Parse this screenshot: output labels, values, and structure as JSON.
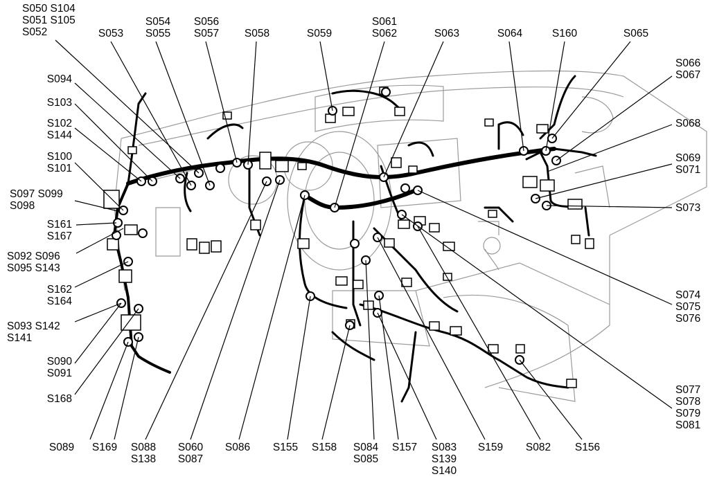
{
  "labels": {
    "l01": "S050 S104\nS051 S105\nS052",
    "l02": "S053",
    "l03": "S054\nS055",
    "l04": "S056\nS057",
    "l05": "S058",
    "l06": "S059",
    "l07": "S061\nS062",
    "l08": "S063",
    "l09": "S064",
    "l10": "S160",
    "l11": "S065",
    "l12": "S066\nS067",
    "l13": "S068",
    "l14": "S069\nS071",
    "l15": "S073",
    "l16": "S074\nS075\nS076",
    "l17": "S077\nS078\nS079\nS081",
    "l18": "S094",
    "l19": "S103",
    "l20": "S102\nS144",
    "l21": "S100\nS101",
    "l22": "S097 S099\nS098",
    "l23": "S161\nS167",
    "l24": "S092 S096\nS095 S143",
    "l25": "S162\nS164",
    "l26": "S093 S142\nS141",
    "l27": "S090\nS091",
    "l28": "S168",
    "l29": "S089",
    "l30": "S169",
    "l31": "S088\nS138",
    "l32": "S060\nS087",
    "l33": "S086",
    "l34": "S155",
    "l35": "S158",
    "l36": "S084\nS085",
    "l37": "S157",
    "l38": "S083\nS139\nS140",
    "l39": "S159",
    "l40": "S082",
    "l41": "S156"
  }
}
